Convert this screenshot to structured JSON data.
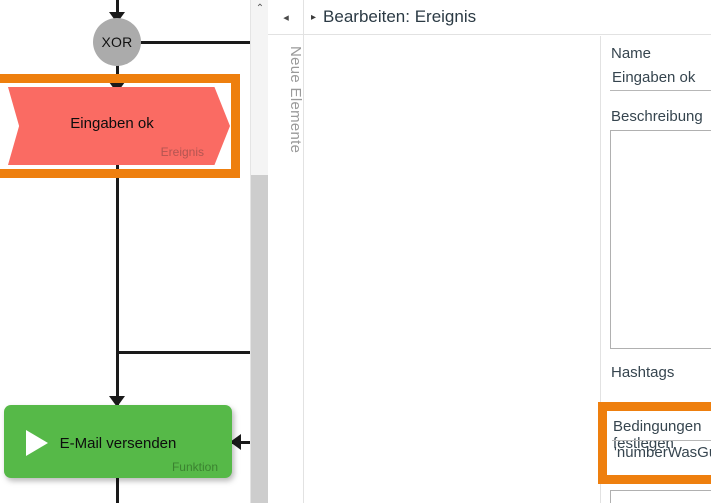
{
  "colors": {
    "event_red": "#fa6b63",
    "function_green": "#56b948",
    "gateway_grey": "#ababab",
    "highlight_orange": "#ee7f0e",
    "panel_text": "#36454f"
  },
  "canvas": {
    "nodes": [
      {
        "id": "gateway",
        "label": "XOR",
        "shape": "circle",
        "type": "gateway"
      },
      {
        "id": "event",
        "label": "Eingaben ok",
        "type_label": "Ereignis",
        "shape": "hexagon",
        "icon": "star-icon",
        "selected": true
      },
      {
        "id": "function",
        "label": "E-Mail versenden",
        "type_label": "Funktion",
        "shape": "rounded-rect",
        "icon": "play-icon",
        "selected": false
      }
    ],
    "scrollbar": {
      "up_arrow": "⌃"
    }
  },
  "panel_toggle": {
    "collapse_icon": "◂",
    "tab_label": "Neue Elemente"
  },
  "panel": {
    "header": {
      "caret": "▸",
      "title": "Bearbeiten: Ereignis"
    },
    "fields": {
      "name": {
        "label": "Name",
        "value": "Eingaben ok",
        "placeholder": ""
      },
      "translate_icon": "translate-icon",
      "description": {
        "label": "Beschreibung",
        "value": "",
        "placeholder": ""
      },
      "hashtags": {
        "label": "Hashtags",
        "value": ""
      },
      "conditions": {
        "label": "Bedingungen festlegen",
        "value": "'numberWasGuessed' !== 'yes'",
        "placeholder": "",
        "highlighted": true
      }
    }
  }
}
